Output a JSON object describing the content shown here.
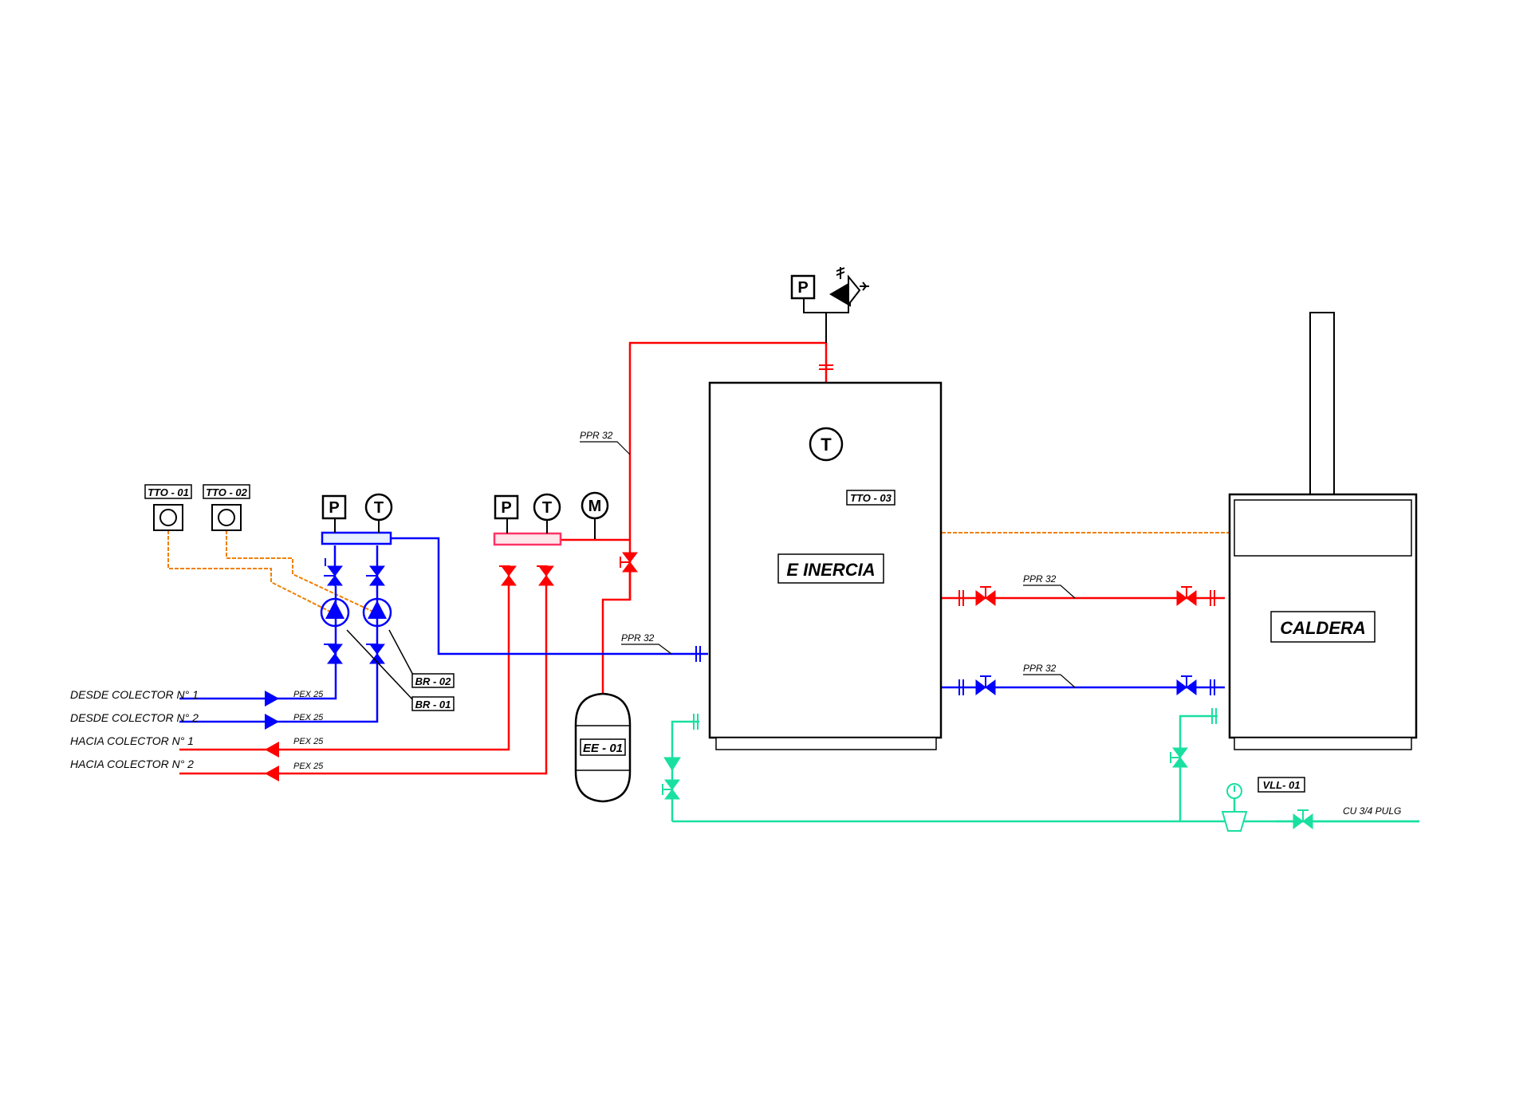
{
  "tags": {
    "tto01": "TTO - 01",
    "tto02": "TTO - 02",
    "tto03": "TTO - 03",
    "br01": "BR - 01",
    "br02": "BR - 02",
    "ee01": "EE - 01",
    "vll01": "VLL- 01"
  },
  "equipment": {
    "tank": "E INERCIA",
    "boiler": "CALDERA"
  },
  "instruments": {
    "pressure": "P",
    "temperature": "T",
    "manometer": "M"
  },
  "lines": {
    "desde1": "DESDE COLECTOR N° 1",
    "desde2": "DESDE COLECTOR N° 2",
    "hacia1": "HACIA COLECTOR N° 1",
    "hacia2": "HACIA COLECTOR N° 2",
    "pex": "PEX 25",
    "ppr": "PPR 32",
    "cu": "CU 3/4 PULG"
  },
  "colors": {
    "hot": "#ff0000",
    "cold": "#0000ff",
    "makeup": "#19e0a0",
    "control": "#f08000",
    "outline": "#000000"
  }
}
